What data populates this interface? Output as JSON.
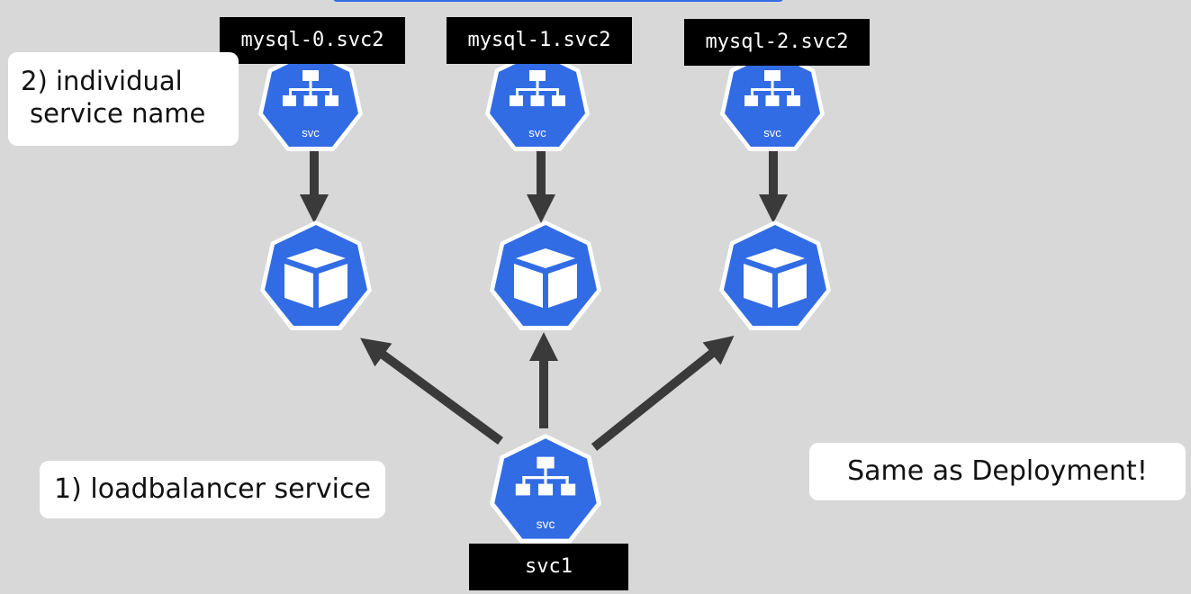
{
  "colors": {
    "background": "#d8d8d8",
    "k8s_blue": "#326ce5",
    "arrow": "#3a3a3a",
    "label_bg": "#000000",
    "label_text": "#ffffff",
    "callout_bg": "#ffffff"
  },
  "services": {
    "individual": [
      {
        "dns_name": "mysql-0.svc2",
        "icon_text": "svc",
        "icon": "service-icon"
      },
      {
        "dns_name": "mysql-1.svc2",
        "icon_text": "svc",
        "icon": "service-icon"
      },
      {
        "dns_name": "mysql-2.svc2",
        "icon_text": "svc",
        "icon": "service-icon"
      }
    ],
    "loadbalancer": {
      "name": "svc1",
      "icon_text": "svc",
      "icon": "service-icon"
    }
  },
  "pods": [
    {
      "icon": "pod-icon"
    },
    {
      "icon": "pod-icon"
    },
    {
      "icon": "pod-icon"
    }
  ],
  "callouts": {
    "individual_line1": "2) individual",
    "individual_line2": "service name",
    "loadbalancer": "1) loadbalancer service",
    "same_as": "Same as Deployment!"
  }
}
